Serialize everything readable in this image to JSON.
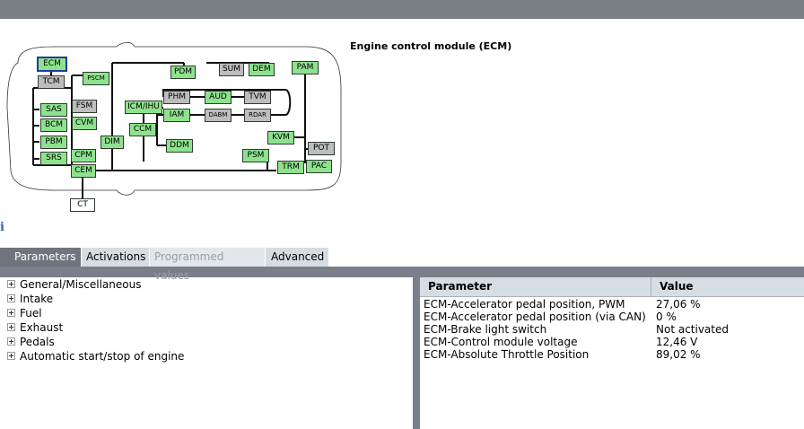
{
  "header": {
    "title": "Engine control module (ECM)"
  },
  "modules": {
    "ecm": "ECM",
    "tcm": "TCM",
    "pscm": "PSCM",
    "pdm": "PDM",
    "sum": "SUM",
    "dem": "DEM",
    "pam": "PAM",
    "sas": "SAS",
    "fsm": "FSM",
    "phm": "PHM",
    "aud": "AUD",
    "tvm": "TVM",
    "icm": "ICM/IHU",
    "iam": "IAM",
    "dabm": "DABM",
    "rdar": "RDAR",
    "bcm": "BCM",
    "cvm": "CVM",
    "ccm": "CCM",
    "kvm": "KVM",
    "pot": "POT",
    "pbm": "PBM",
    "dim": "DIM",
    "ddm": "DDM",
    "srs": "SRS",
    "cpm": "CPM",
    "psm": "PSM",
    "trm": "TRM",
    "pac": "PAC",
    "cem": "CEM",
    "ct": "CT"
  },
  "tabs": [
    {
      "label": "Parameters",
      "state": "active"
    },
    {
      "label": "Activations",
      "state": "normal"
    },
    {
      "label": "Programmed values",
      "state": "disabled"
    },
    {
      "label": "Advanced",
      "state": "normal"
    }
  ],
  "tree": [
    "General/Miscellaneous",
    "Intake",
    "Fuel",
    "Exhaust",
    "Pedals",
    "Automatic start/stop of engine"
  ],
  "table": {
    "headers": [
      "Parameter",
      "Value"
    ],
    "rows": [
      [
        "ECM-Accelerator pedal position, PWM",
        "27,06 %"
      ],
      [
        "ECM-Accelerator pedal position (via CAN)",
        "0 %"
      ],
      [
        "ECM-Brake light switch",
        "Not activated"
      ],
      [
        "ECM-Control module voltage",
        "12,46 V"
      ],
      [
        "ECM-Absolute Throttle Position",
        "89,02 %"
      ]
    ]
  },
  "colors": {
    "accent": "#6f757e",
    "module_ok": "#8ee28e",
    "module_na": "#bdbdbd"
  }
}
